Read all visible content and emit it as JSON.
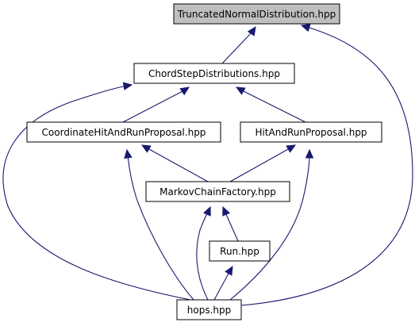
{
  "diagram": {
    "colors": {
      "edge": "#191970",
      "node_fill": "#ffffff",
      "highlight_fill": "#bfbfbf",
      "border": "#000000"
    },
    "nodes": [
      {
        "id": "truncated",
        "label": "TruncatedNormalDistribution.hpp",
        "highlighted": true
      },
      {
        "id": "chord",
        "label": "ChordStepDistributions.hpp",
        "highlighted": false
      },
      {
        "id": "coordinate",
        "label": "CoordinateHitAndRunProposal.hpp",
        "highlighted": false
      },
      {
        "id": "hitandrun",
        "label": "HitAndRunProposal.hpp",
        "highlighted": false
      },
      {
        "id": "markov",
        "label": "MarkovChainFactory.hpp",
        "highlighted": false
      },
      {
        "id": "run",
        "label": "Run.hpp",
        "highlighted": false
      },
      {
        "id": "hops",
        "label": "hops.hpp",
        "highlighted": false
      }
    ],
    "edges": [
      {
        "from": "chord",
        "to": "truncated"
      },
      {
        "from": "hops",
        "to": "truncated"
      },
      {
        "from": "coordinate",
        "to": "chord"
      },
      {
        "from": "hitandrun",
        "to": "chord"
      },
      {
        "from": "hops",
        "to": "chord"
      },
      {
        "from": "markov",
        "to": "coordinate"
      },
      {
        "from": "hops",
        "to": "coordinate"
      },
      {
        "from": "markov",
        "to": "hitandrun"
      },
      {
        "from": "hops",
        "to": "hitandrun"
      },
      {
        "from": "run",
        "to": "markov"
      },
      {
        "from": "hops",
        "to": "markov"
      },
      {
        "from": "hops",
        "to": "run"
      }
    ]
  }
}
